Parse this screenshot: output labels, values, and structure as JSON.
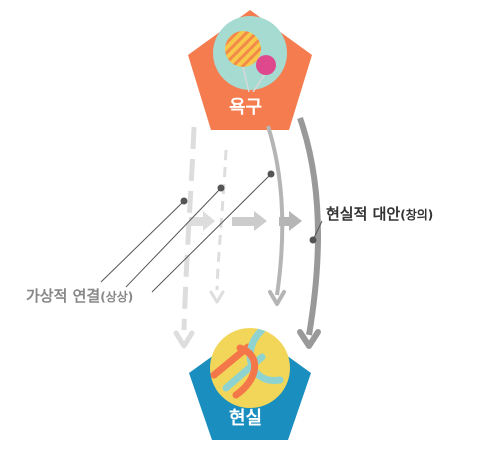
{
  "top_node": {
    "label": "욕구"
  },
  "bottom_node": {
    "label": "현실"
  },
  "virtual_connection": {
    "main": "가상적 연결",
    "paren": "(상상)"
  },
  "real_alternative": {
    "main": "현실적 대안",
    "paren": "(창의)"
  },
  "colors": {
    "top_pentagon": "#f47c4f",
    "top_circle": "#a6dbd2",
    "bottom_pentagon": "#1a8ebf",
    "bottom_circle": "#f2d65a",
    "balloon_stripe": "#f6c94a",
    "balloon_stripe_alt": "#f48a4a",
    "balloon_pink": "#e0488d",
    "link_orange": "#f4774a",
    "link_teal": "#8fd3d0",
    "arrow_light": "#dddddd",
    "arrow_mid": "#b5b5b5",
    "arrow_dark": "#999999",
    "leader_line": "#555555"
  }
}
